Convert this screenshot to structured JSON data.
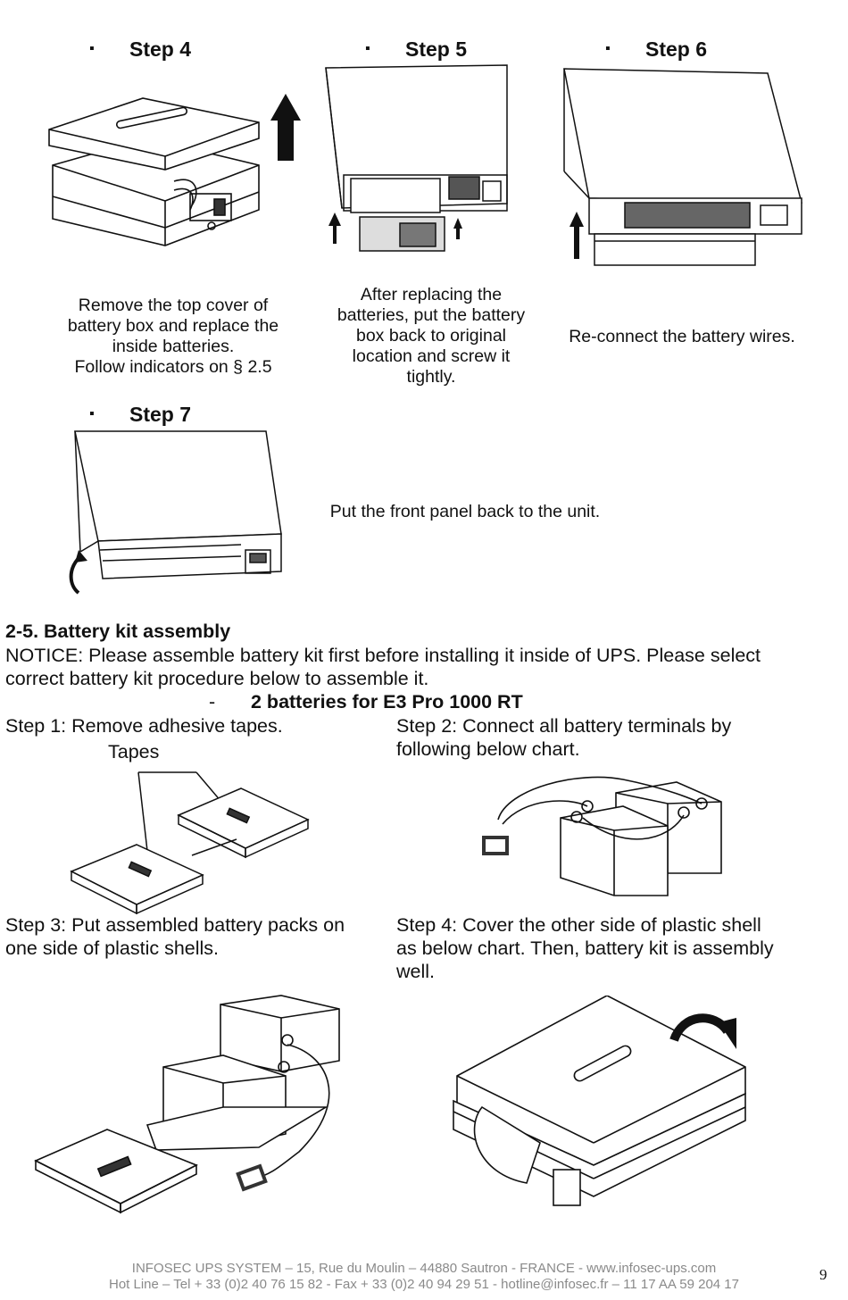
{
  "steps_top": [
    {
      "heading": "Step 4",
      "caption": "Remove the top cover of battery box and replace the inside batteries. Follow indicators on § 2.5",
      "lines": [
        "Remove the top cover of",
        "battery box and replace the",
        "inside batteries.",
        "Follow indicators on § 2.5"
      ]
    },
    {
      "heading": "Step 5",
      "lines": [
        "After replacing the",
        "batteries, put the battery",
        "box back to original",
        "location and screw it",
        "tightly."
      ]
    },
    {
      "heading": "Step 6",
      "lines": [
        "Re-connect the battery wires."
      ]
    },
    {
      "heading": "Step 7",
      "lines": [
        "Put the front panel back to the unit."
      ]
    }
  ],
  "bullet": "▪",
  "section": {
    "title": "2-5. Battery kit assembly",
    "notice_line1": "NOTICE: Please assemble battery kit first before installing it inside of UPS. Please select",
    "notice_line2": "correct battery kit procedure below to assemble it.",
    "dash": "-",
    "subheading": "2 batteries for E3 Pro 1000 RT"
  },
  "assembly": {
    "step1": "Step 1: Remove adhesive tapes.",
    "tapes_label": "Tapes",
    "step2_line1": "Step 2: Connect all battery terminals by",
    "step2_line2": "following below chart.",
    "step3_line1": "Step 3: Put assembled battery packs on",
    "step3_line2": "one side of plastic shells.",
    "step4_line1": "Step 4: Cover the other side of plastic shell",
    "step4_line2": "as below chart. Then, battery kit is assembly",
    "step4_line3": "well."
  },
  "footer": {
    "line1": "INFOSEC UPS SYSTEM – 15, Rue du Moulin – 44880 Sautron - FRANCE -  www.infosec-ups.com",
    "line2": "Hot Line – Tel + 33 (0)2 40 76 15 82 - Fax + 33 (0)2 40 94 29 51 - hotline@infosec.fr – 11 17 AA 59 204 17",
    "page_number": "9"
  }
}
